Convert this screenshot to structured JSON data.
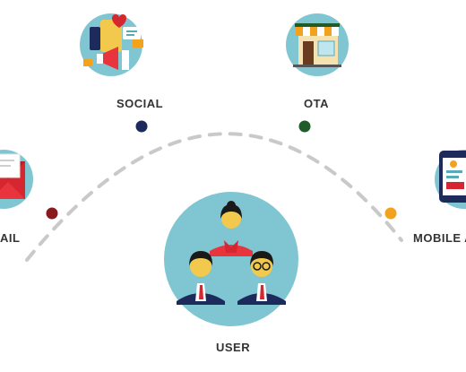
{
  "labels": {
    "social": "SOCIAL",
    "ota": "OTA",
    "email": "AIL",
    "mobile": "MOBILE A",
    "user": "USER"
  },
  "colors": {
    "arc": "#c9c9c9",
    "circle_bg": "#7fc6d2",
    "dot_email": "#8b1a1f",
    "dot_social": "#1d2a5c",
    "dot_ota": "#1f5c2a",
    "dot_mobile": "#f2a21b"
  },
  "icons": [
    "email-icon",
    "social-icon",
    "ota-store-icon",
    "mobile-app-icon",
    "user-group-icon"
  ]
}
